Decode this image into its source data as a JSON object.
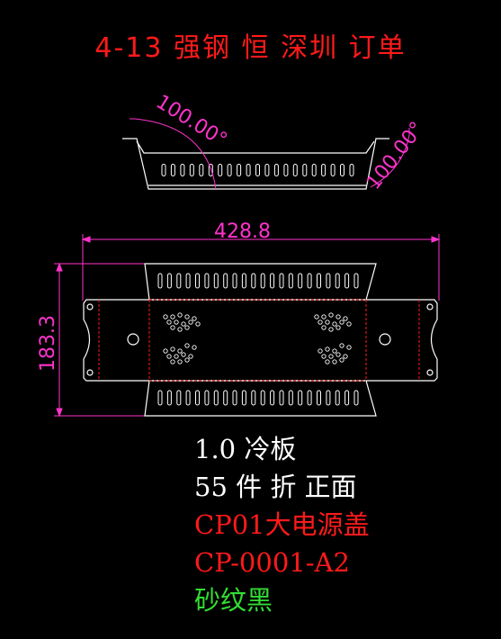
{
  "header": {
    "title": "4-13 强钢 恒 深圳 订单"
  },
  "dimensions": {
    "bend_angle_left": "100.00°",
    "bend_angle_right": "100.00°",
    "overall_width": "428.8",
    "overall_height": "183.3"
  },
  "notes": [
    {
      "text": "1.0 冷板",
      "color": "#ffffff"
    },
    {
      "text": "55 件 折 正面",
      "color": "#ffffff"
    },
    {
      "text": "CP01大电源盖",
      "color": "#ff1a1a"
    },
    {
      "text": "CP-0001-A2",
      "color": "#ff1a1a"
    },
    {
      "text": "砂纹黑",
      "color": "#33dd33"
    }
  ],
  "colors": {
    "background": "#000000",
    "outline": "#ffffff",
    "dimension": "#ff33cc",
    "bend_line": "#ff1a1a"
  }
}
